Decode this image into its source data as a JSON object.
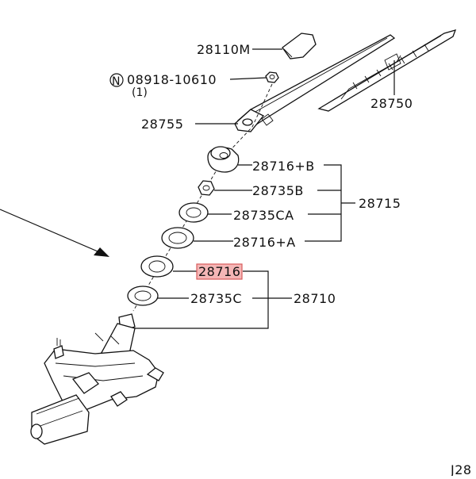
{
  "diagram": {
    "labels": {
      "p28110M": "28110M",
      "circleN": "N",
      "p08918": "08918-10610",
      "qty": "(1)",
      "p28755": "28755",
      "p28750": "28750",
      "p28716B": "28716+B",
      "p28735B": "28735B",
      "p28735CA": "28735CA",
      "p28716A": "28716+A",
      "p28715": "28715",
      "p28716": "28716",
      "p28735C": "28735C",
      "p28710": "28710",
      "code": "J28"
    },
    "highlight_color": "#f4b6b6"
  }
}
